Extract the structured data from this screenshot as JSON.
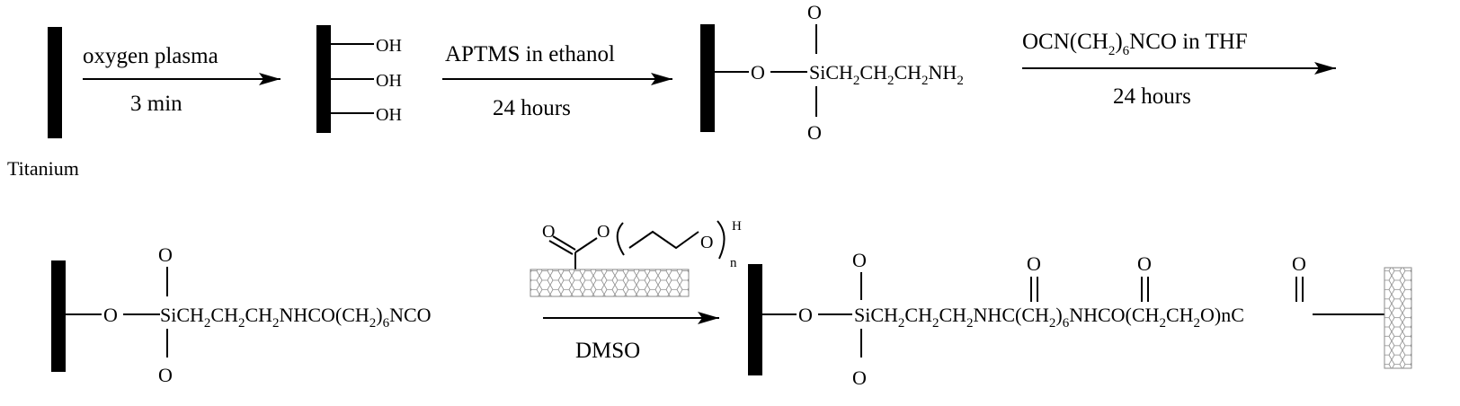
{
  "substrate_label": "Titanium",
  "steps": [
    {
      "reagent": "oxygen plasma",
      "condition": "3 min"
    },
    {
      "reagent": "APTMS in ethanol",
      "condition": "24 hours"
    },
    {
      "reagent_parts": [
        "OCN(CH",
        "2",
        ")",
        "6",
        "NCO in THF"
      ],
      "condition": "24 hours"
    },
    {
      "condition": "DMSO"
    }
  ],
  "hydroxyl_groups": [
    "OH",
    "OH",
    "OH"
  ],
  "atoms": {
    "O": "O",
    "H": "H",
    "n": "n",
    "C": "C"
  },
  "amine_chain": [
    "SiCH",
    "2",
    "CH",
    "2",
    "CH",
    "2",
    "NH",
    "2"
  ],
  "isocyanate_chain": [
    "SiCH",
    "2",
    "CH",
    "2",
    "CH",
    "2",
    "NHCO(CH",
    "2",
    ")",
    "6",
    "NCO"
  ],
  "final_chain": [
    "SiCH",
    "2",
    "CH",
    "2",
    "CH",
    "2",
    "NHC(CH",
    "2",
    ")",
    "6",
    "NHCO(CH",
    "2",
    "CH",
    "2",
    "O)nC"
  ],
  "colors": {
    "ink": "#000000",
    "nanotube": "#8a8a8a"
  }
}
